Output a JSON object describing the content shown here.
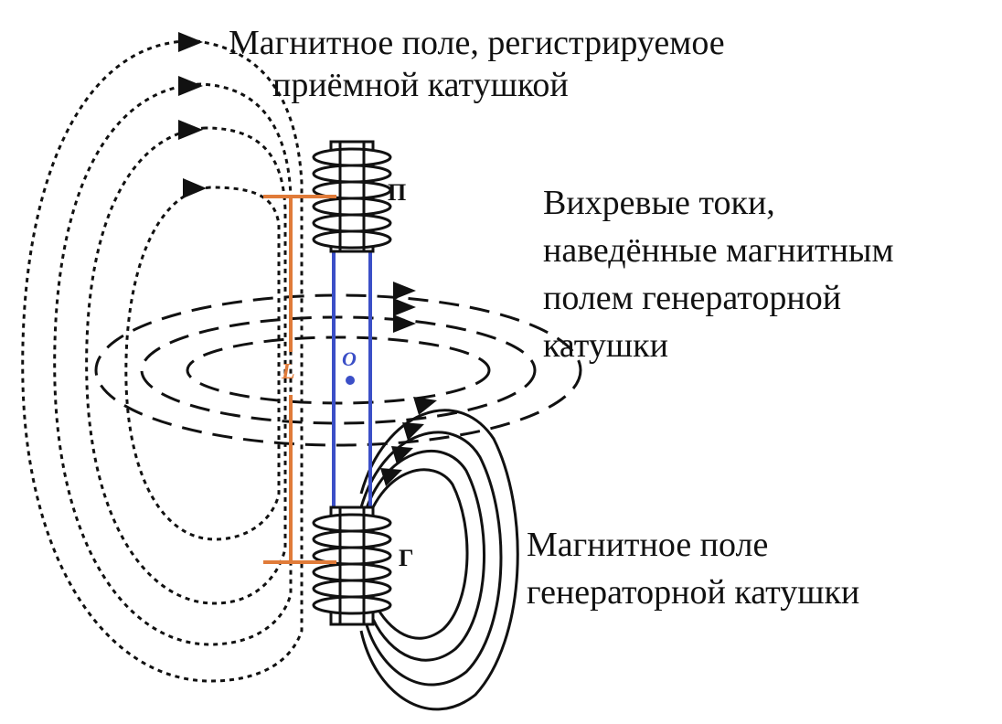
{
  "labels": {
    "receiver_field_line1": "Магнитное поле, регистрируемое",
    "receiver_field_line2": "приёмной катушкой",
    "eddy_line1": "Вихревые токи,",
    "eddy_line2": "наведённые магнитным",
    "eddy_line3": "полем генераторной",
    "eddy_line4": "катушки",
    "generator_field_line1": "Магнитное поле",
    "generator_field_line2": "генераторной катушки",
    "receiver_coil": "П",
    "generator_coil": "Г",
    "length": "L",
    "center": "O"
  },
  "colors": {
    "lines": "#111111",
    "probe_body": "#3b4fc7",
    "dimension": "#e07b39",
    "center_point": "#3b4fc7"
  }
}
